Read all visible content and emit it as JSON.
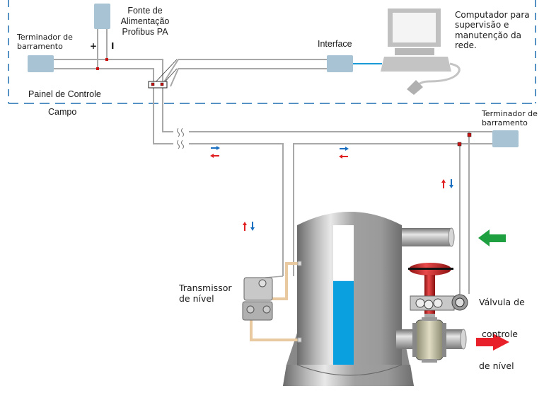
{
  "title": "Rede Profibus PA - controle de nível",
  "zones": {
    "control_panel": "Painel de Controle",
    "field": "Campo"
  },
  "power_supply": {
    "label_lines": [
      "Fonte de",
      "Alimentação",
      "Profibus PA"
    ],
    "plus": "+",
    "minus": "I"
  },
  "terminator_left": {
    "label_lines": [
      "Terminador de",
      "barramento"
    ]
  },
  "terminator_right": {
    "label_lines": [
      "Terminador de",
      "barramento"
    ]
  },
  "interface": {
    "label": "Interface"
  },
  "computer": {
    "label_lines": [
      "Computador para",
      "supervisão  e",
      "manutenção da",
      "rede."
    ]
  },
  "transmitter": {
    "label_lines": [
      "Transmissor",
      "de nível"
    ]
  },
  "valve": {
    "label_lines": [
      "Válvula de",
      " controle",
      "de nível"
    ]
  },
  "tank": {
    "level_fraction": 0.6
  },
  "colors": {
    "device_box": "#a8c4d4",
    "bus_line": "#a8a8a8",
    "panel_border": "#1f6fb0",
    "junction": "#cc1111",
    "arrow_blue": "#1a6fc0",
    "arrow_red": "#e02020",
    "inflow_arrow": "#1fa040",
    "outflow_arrow": "#e8202a",
    "liquid": "#0aa0e0",
    "impulse_line": "#e8c9a0",
    "actuator": "#cc2222"
  }
}
